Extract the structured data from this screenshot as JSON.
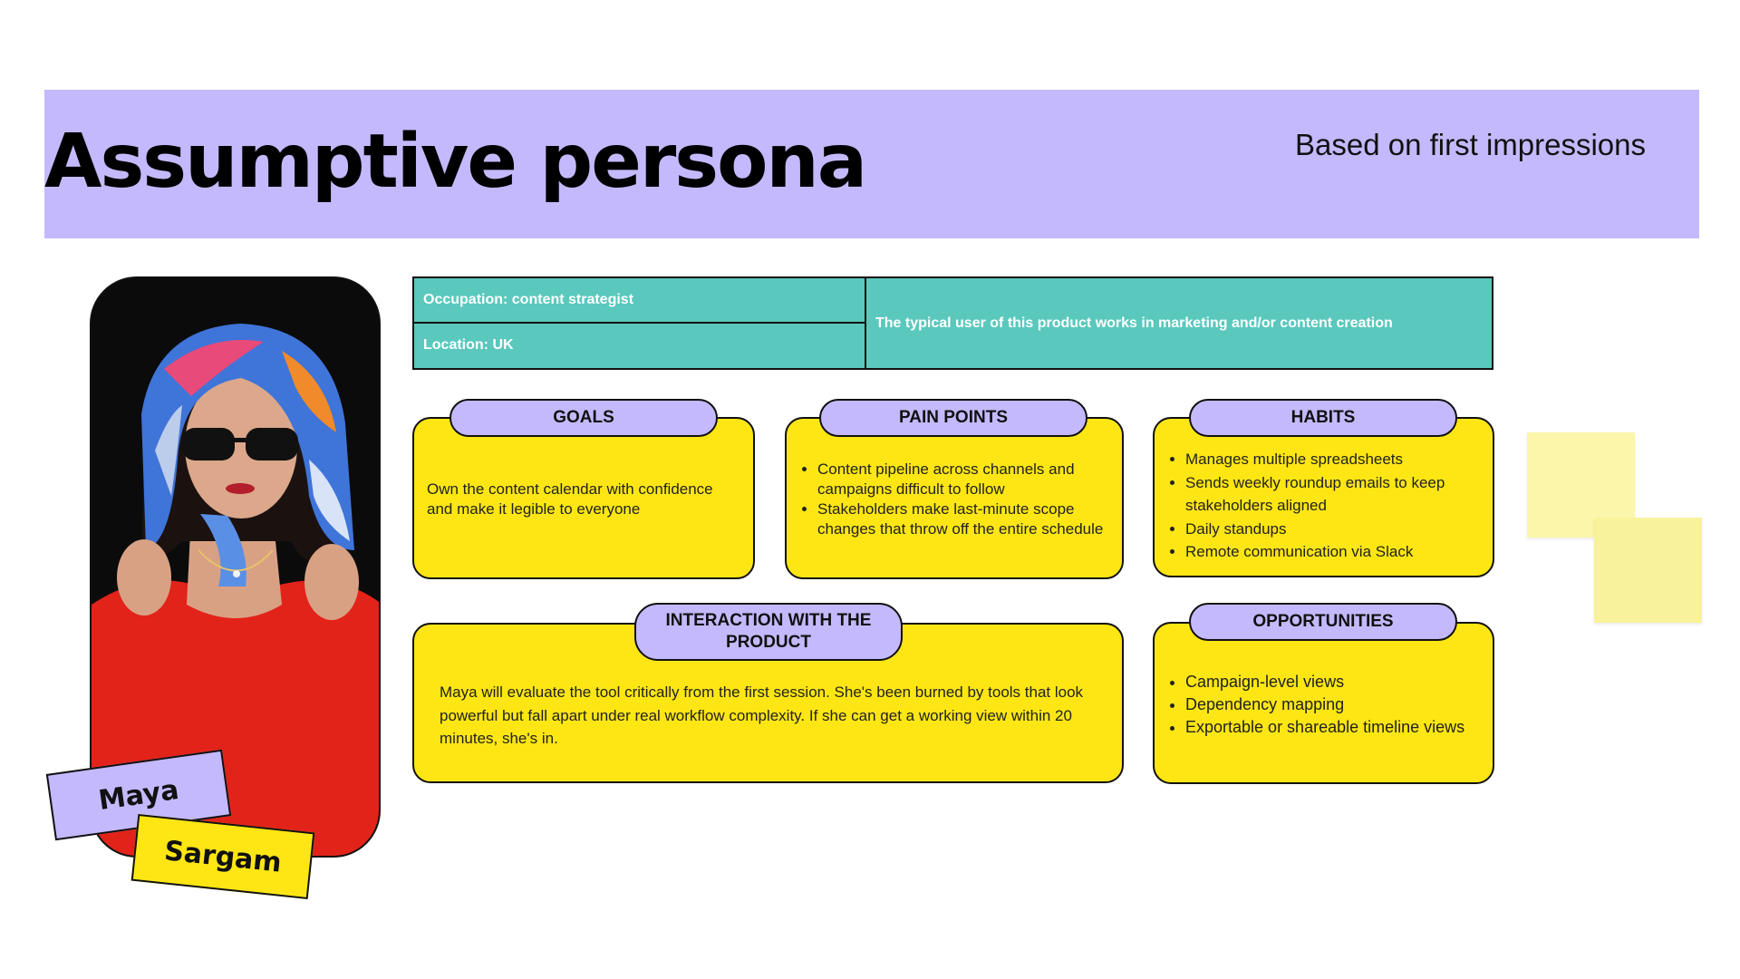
{
  "header": {
    "title": "Assumptive persona",
    "subtitle": "Based on first impressions"
  },
  "persona": {
    "first_name": "Maya",
    "last_name": "Sargam"
  },
  "info": {
    "occupation": "Occupation: content strategist",
    "location": "Location: UK",
    "summary": "The typical user of this product works in marketing and/or content creation"
  },
  "goals": {
    "label": "GOALS",
    "text": "Own the content calendar with confidence and make it legible to everyone"
  },
  "pain_points": {
    "label": "PAIN POINTS",
    "items": [
      "Content pipeline across channels and campaigns difficult to follow",
      "Stakeholders make last-minute scope changes that throw off the entire schedule"
    ]
  },
  "habits": {
    "label": "HABITS",
    "items": [
      "Manages multiple spreadsheets",
      "Sends weekly roundup emails to keep stakeholders aligned",
      "Daily standups",
      "Remote communication via Slack"
    ]
  },
  "interaction": {
    "label": "INTERACTION WITH THE PRODUCT",
    "text": "Maya will evaluate the tool critically from the first session. She's been burned by tools that look powerful but fall apart under real workflow complexity. If she can get a working view within 20 minutes, she's in."
  },
  "opportunities": {
    "label": "OPPORTUNITIES",
    "items": [
      "Campaign-level views",
      "Dependency mapping",
      "Exportable or shareable timeline views"
    ]
  },
  "colors": {
    "lavender": "#c5b9fd",
    "yellow": "#fde614",
    "teal": "#5ac8bd",
    "sticky": "#fbf6a9"
  }
}
